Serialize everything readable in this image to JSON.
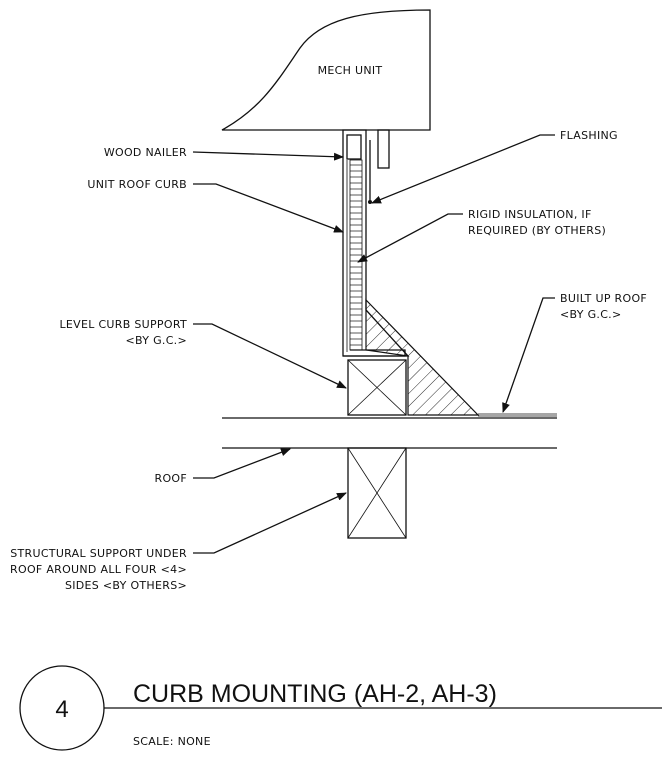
{
  "drawing": {
    "unit_label": "MECH UNIT",
    "callouts": {
      "wood_nailer": "WOOD NAILER",
      "unit_roof_curb": "UNIT ROOF CURB",
      "flashing": "FLASHING",
      "rigid_insulation": [
        "RIGID INSULATION, IF",
        "REQUIRED (BY OTHERS)"
      ],
      "built_up_roof": [
        "BUILT UP ROOF",
        "<BY G.C.>"
      ],
      "level_curb_support": [
        "LEVEL CURB SUPPORT",
        "<BY G.C.>"
      ],
      "roof": "ROOF",
      "structural_support": [
        "STRUCTURAL SUPPORT UNDER",
        "ROOF AROUND ALL FOUR <4>",
        "SIDES <BY OTHERS>"
      ]
    }
  },
  "title_block": {
    "detail_number": "4",
    "title": "CURB MOUNTING (AH-2, AH-3)",
    "scale": "SCALE: NONE"
  }
}
